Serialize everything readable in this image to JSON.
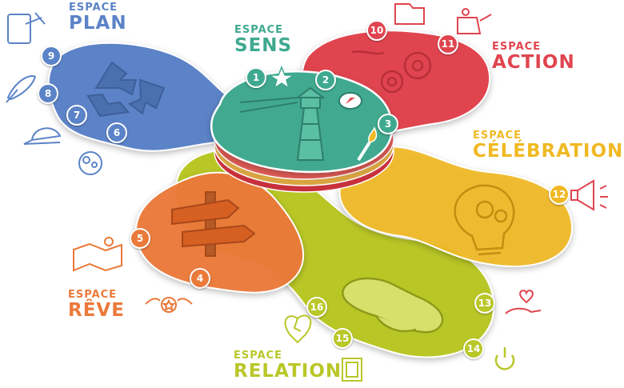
{
  "colors": {
    "plan": "#5b83c7",
    "sens": "#3fa98f",
    "action": "#e0454f",
    "celebration": "#f0b923",
    "relation": "#b9c728",
    "reve": "#ea7a3a"
  },
  "spaces": {
    "plan": {
      "small": "ESPACE",
      "big": "PLAN"
    },
    "sens": {
      "small": "ESPACE",
      "big": "SENS"
    },
    "action": {
      "small": "ESPACE",
      "big": "ACTION"
    },
    "celebration": {
      "small": "ESPACE",
      "big": "CÉLÉBRATION"
    },
    "reve": {
      "small": "ESPACE",
      "big": "RÊVE"
    },
    "relation": {
      "small": "ESPACE",
      "big": "RELATION"
    }
  },
  "steps": [
    {
      "num": "1",
      "space": "sens"
    },
    {
      "num": "2",
      "space": "sens"
    },
    {
      "num": "3",
      "space": "sens"
    },
    {
      "num": "4",
      "space": "reve"
    },
    {
      "num": "5",
      "space": "reve"
    },
    {
      "num": "6",
      "space": "plan"
    },
    {
      "num": "7",
      "space": "plan"
    },
    {
      "num": "8",
      "space": "plan"
    },
    {
      "num": "9",
      "space": "plan"
    },
    {
      "num": "10",
      "space": "action"
    },
    {
      "num": "11",
      "space": "action"
    },
    {
      "num": "12",
      "space": "celebration"
    },
    {
      "num": "13",
      "space": "relation"
    },
    {
      "num": "14",
      "space": "relation"
    },
    {
      "num": "15",
      "space": "relation"
    },
    {
      "num": "16",
      "space": "relation"
    }
  ],
  "icons": {
    "plan": "recycle-arrows-icon",
    "sens": "lighthouse-icon",
    "action": "gears-icon",
    "celebration": "lightbulb-gear-icon",
    "relation": "handshake-icon",
    "reve": "signpost-icon"
  }
}
